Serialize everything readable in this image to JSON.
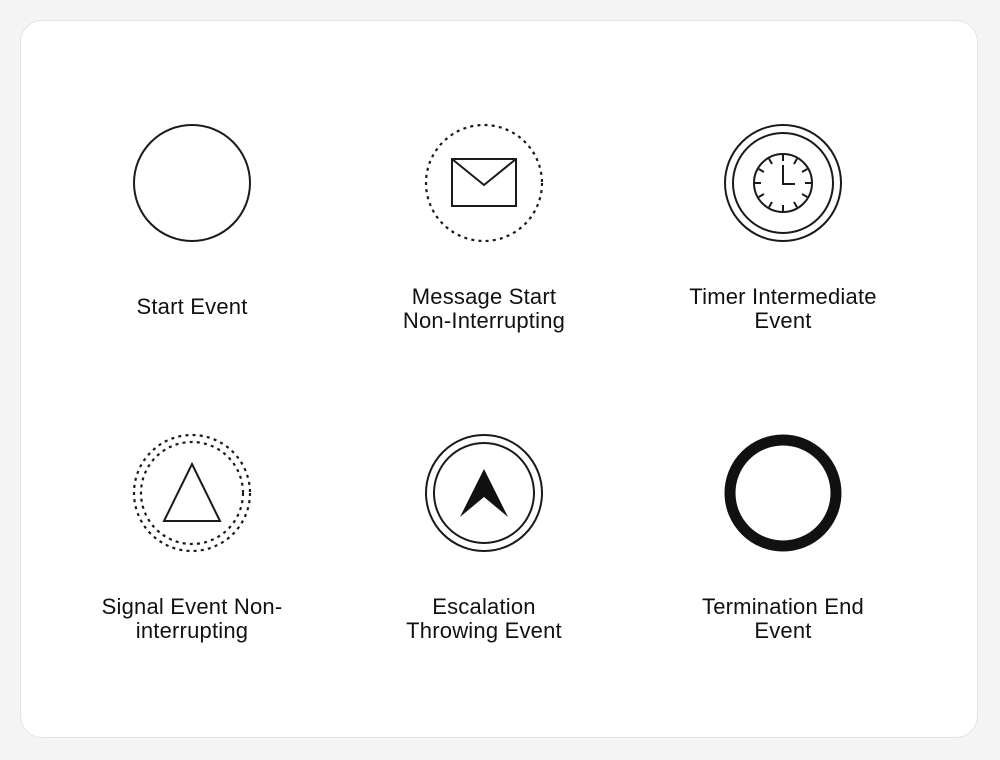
{
  "events": [
    {
      "label_lines": [
        "Start Event"
      ],
      "icon": "start-event-icon"
    },
    {
      "label_lines": [
        "Message Start",
        "Non-Interrupting"
      ],
      "icon": "message-start-non-interrupting-icon"
    },
    {
      "label_lines": [
        "Timer Intermediate",
        "Event"
      ],
      "icon": "timer-intermediate-event-icon"
    },
    {
      "label_lines": [
        "Signal Event Non-",
        "interrupting"
      ],
      "icon": "signal-event-non-interrupting-icon"
    },
    {
      "label_lines": [
        "Escalation",
        "Throwing Event"
      ],
      "icon": "escalation-throwing-event-icon"
    },
    {
      "label_lines": [
        "Termination End",
        "Event"
      ],
      "icon": "termination-end-event-icon"
    }
  ],
  "colors": {
    "stroke": "#1a1a1a",
    "text": "#111111",
    "card_background": "#ffffff",
    "page_background": "#f4f4f4",
    "card_border": "#e3e3e3"
  }
}
